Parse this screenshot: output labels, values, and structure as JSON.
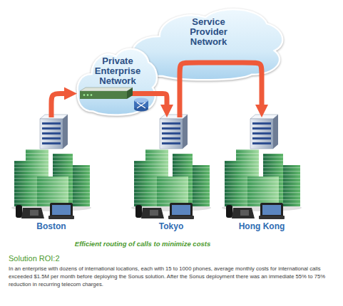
{
  "diagram": {
    "caption": "Efficient routing of calls to minimize costs",
    "nodes": [
      {
        "text": [
          "Service Provider Network"
        ]
      },
      {
        "text": [
          "Private Enterprise Network"
        ]
      },
      {
        "text": [
          "Boston"
        ]
      },
      {
        "text": [
          "Tokyo"
        ]
      },
      {
        "text": [
          "Hong Kong"
        ]
      }
    ],
    "edges": [
      {
        "from": 2,
        "to": 1,
        "arrow": "to"
      },
      {
        "from": 1,
        "to": 3,
        "arrow": "to"
      },
      {
        "from": 3,
        "to": 4,
        "arrow": "to"
      }
    ],
    "labels": [
      "Solution ROI:2",
      "In an enterprise with dozens of international locations, each with 15 to 1000 phones, average monthly costs for international calls exceeded $1.5M per month before deploying the Sonus solution. After the Sonus deployment there was an immediate 55% to 75% reduction in recurring telecom charges."
    ]
  }
}
